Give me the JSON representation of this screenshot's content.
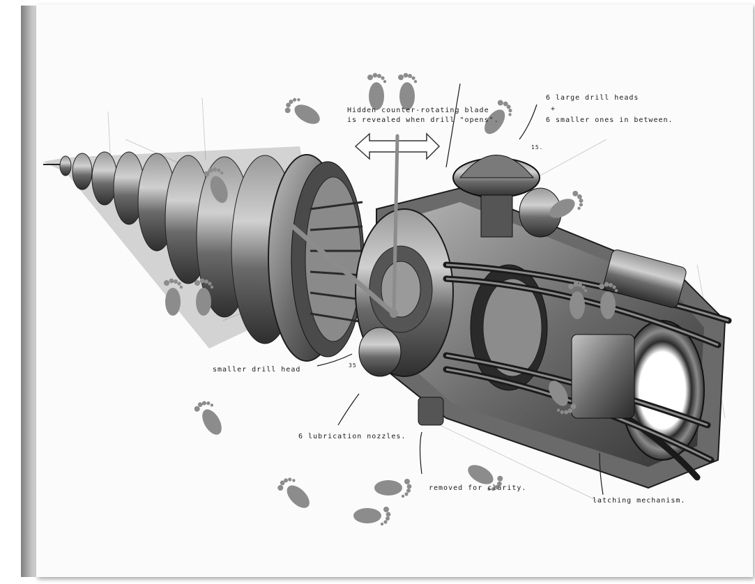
{
  "annotations": {
    "blade_line1": "Hidden counter-rotating blade",
    "blade_line2": "is revealed when drill \"opens\".",
    "heads_line1": "6 large drill heads",
    "heads_plus": "+",
    "heads_line2": "6 smaller ones in between.",
    "heads_num": "15.",
    "smaller_head": "smaller drill head",
    "smaller_num": "35",
    "lubrication": "6 lubrication nozzles.",
    "removed": "removed for clarity.",
    "latching": "latching mechanism."
  },
  "clock": {
    "hands": "clock-hands",
    "markers": "footprint-markers"
  },
  "colors": {
    "canvas": "#fbfbfb",
    "ink": "#1a1a1a",
    "footprint": "#8c8c8c",
    "metal_dark": "#3a3a3a",
    "metal_mid": "#6e6e6e",
    "metal_light": "#b0b0b0"
  }
}
